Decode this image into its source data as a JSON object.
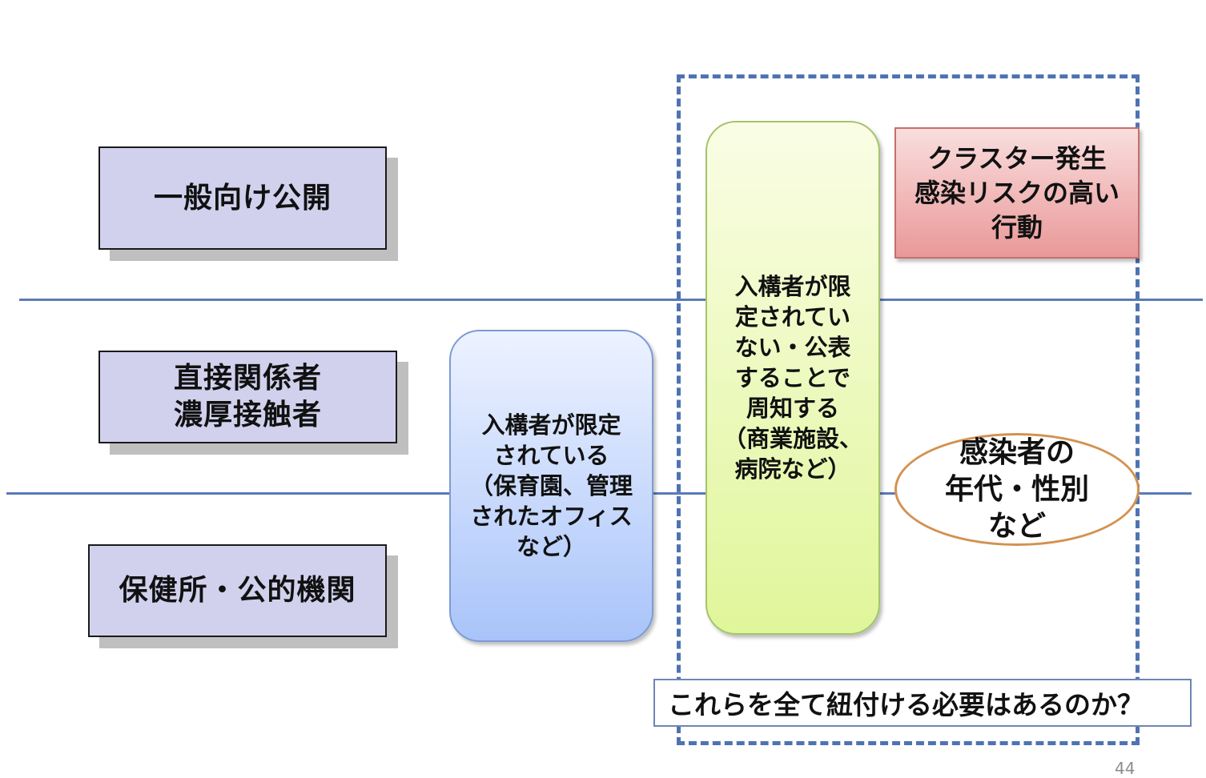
{
  "rows": [
    {
      "label": "一般向け公開"
    },
    {
      "label": "直接関係者\n濃厚接触者"
    },
    {
      "label": "保健所・公的機関"
    }
  ],
  "scopes": {
    "limited": "入構者が限定\nされている\n（保育園、管理\nされたオフィス\nなど）",
    "unlimited": "入構者が限\n定されてい\nない・公表\nすることで\n周知する\n（商業施設、\n病院など）"
  },
  "cluster_box": "クラスター発生\n感染リスクの高い\n行動",
  "patient_info": "感染者の\n年代・性別\nなど",
  "question": "これらを全て紐付ける必要はあるのか？",
  "page_number": "44",
  "colors": {
    "row_fill": "#d1d1ee",
    "divider": "#5b7ab8",
    "dashed_border": "#4f73b2",
    "limited_fill": "#a9c4fa",
    "unlimited_fill": "#e0f69a",
    "cluster_fill": "#ea9898",
    "ellipse_border": "#d39250"
  }
}
